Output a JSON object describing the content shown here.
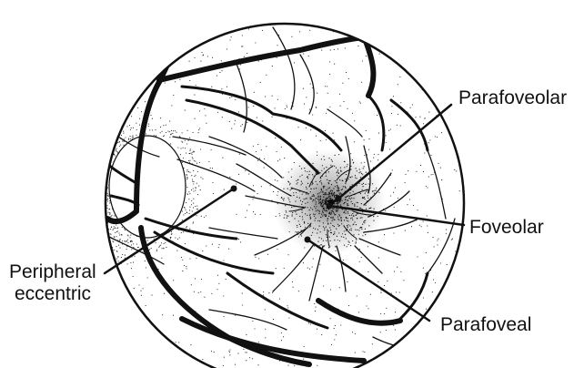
{
  "diagram": {
    "labels": {
      "parafoveolar": "Parafoveolar",
      "foveolar": "Foveolar",
      "peripheral_line1": "Peripheral",
      "peripheral_line2": "eccentric",
      "parafoveal": "Parafoveal"
    },
    "colors": {
      "ink": "#111111",
      "background": "#ffffff"
    }
  }
}
